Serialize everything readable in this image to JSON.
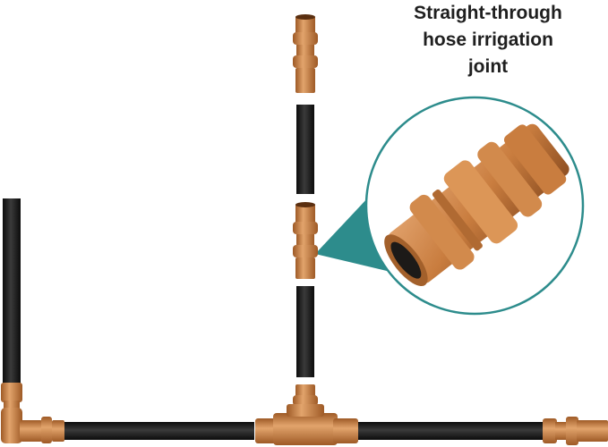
{
  "caption": {
    "line1": "Straight-through",
    "line2": "hose irrigation",
    "line3": "joint"
  },
  "colors": {
    "fitting": "#c97d3f",
    "fitting_dark": "#9e5a26",
    "fitting_light": "#e2a46c",
    "pipe": "#1e1e1e",
    "callout": "#2d8c8c"
  }
}
